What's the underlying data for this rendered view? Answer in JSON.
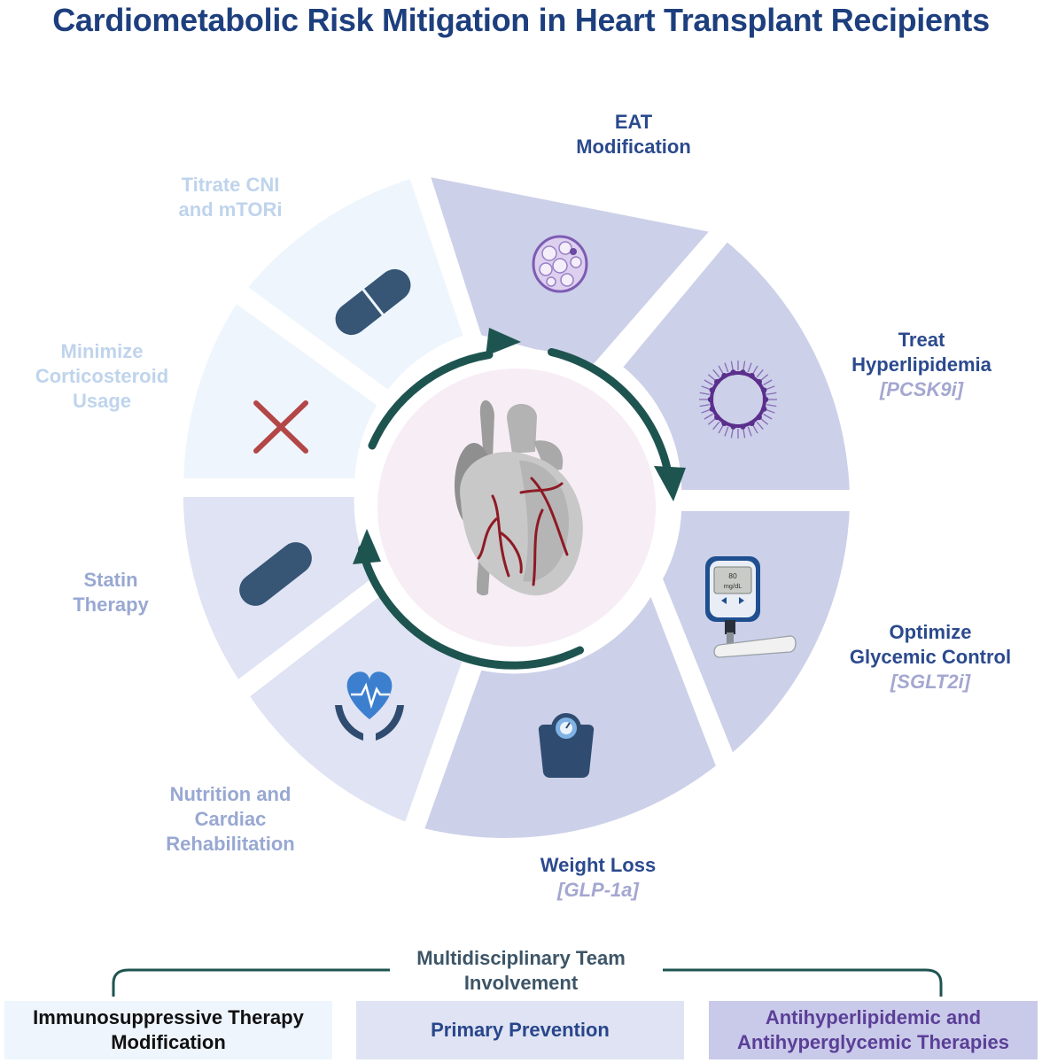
{
  "title": "Cardiometabolic Risk Mitigation in Heart Transplant Recipients",
  "segments": {
    "eat": {
      "label_line1": "EAT",
      "label_line2": "Modification",
      "icon": "fat-cell-icon"
    },
    "lipid": {
      "label_line1": "Treat",
      "label_line2": "Hyperlipidemia",
      "drug": "[PCSK9i]",
      "icon": "lipoprotein-icon"
    },
    "glycemic": {
      "label_line1": "Optimize",
      "label_line2": "Glycemic Control",
      "drug": "[SGLT2i]",
      "icon": "glucometer-icon",
      "meter_value": "80",
      "meter_unit": "mg/dL"
    },
    "weight": {
      "label_line1": "Weight Loss",
      "drug": "[GLP-1a]",
      "icon": "scale-icon"
    },
    "nutrition": {
      "label_line1": "Nutrition and",
      "label_line2": "Cardiac",
      "label_line3": "Rehabilitation",
      "icon": "heart-hands-icon"
    },
    "statin": {
      "label_line1": "Statin",
      "label_line2": "Therapy",
      "icon": "pill-icon"
    },
    "corticosteroid": {
      "label_line1": "Minimize",
      "label_line2": "Corticosteroid",
      "label_line3": "Usage",
      "icon": "cross-icon"
    },
    "cni": {
      "label_line1": "Titrate CNI",
      "label_line2": "and mTORi",
      "icon": "capsule-icon"
    }
  },
  "center_icon": "heart-icon",
  "team_line1": "Multidisciplinary Team",
  "team_line2": "Involvement",
  "categories": {
    "immuno_line1": "Immunosuppressive Therapy",
    "immuno_line2": "Modification",
    "primary": "Primary Prevention",
    "anti_line1": "Antihyperlipidemic and",
    "anti_line2": "Antihyperglycemic Therapies"
  },
  "colors": {
    "title": "#1d3f7e",
    "immunosuppressive": "#eef5fd",
    "primary_prevention": "#dfe3f3",
    "antihyper": "#c9cae9",
    "arrows": "#1e5450"
  }
}
